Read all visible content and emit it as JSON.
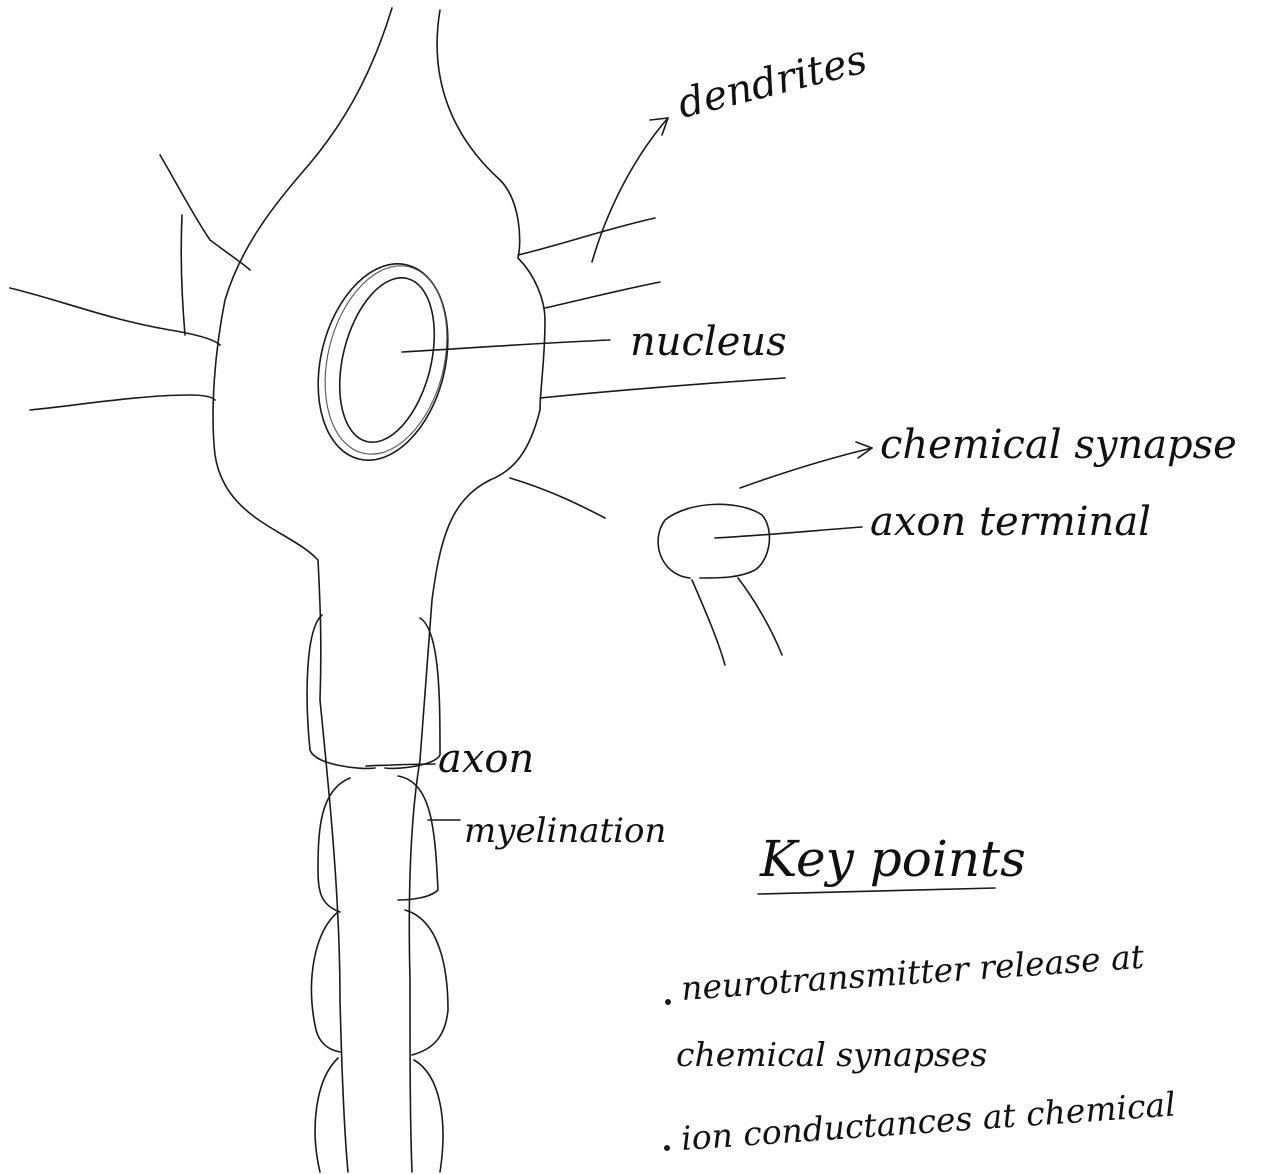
{
  "labels": {
    "dendrites": "dendrites",
    "nucleus": "nucleus",
    "chemical_synapse": "chemical synapse",
    "axon_terminal": "axon terminal",
    "axon": "axon",
    "myelination": "myelination"
  },
  "key_points": {
    "heading": "Key points",
    "items": [
      "neurotransmitter release at",
      "chemical synapses",
      "ion conductances at chemical"
    ]
  }
}
